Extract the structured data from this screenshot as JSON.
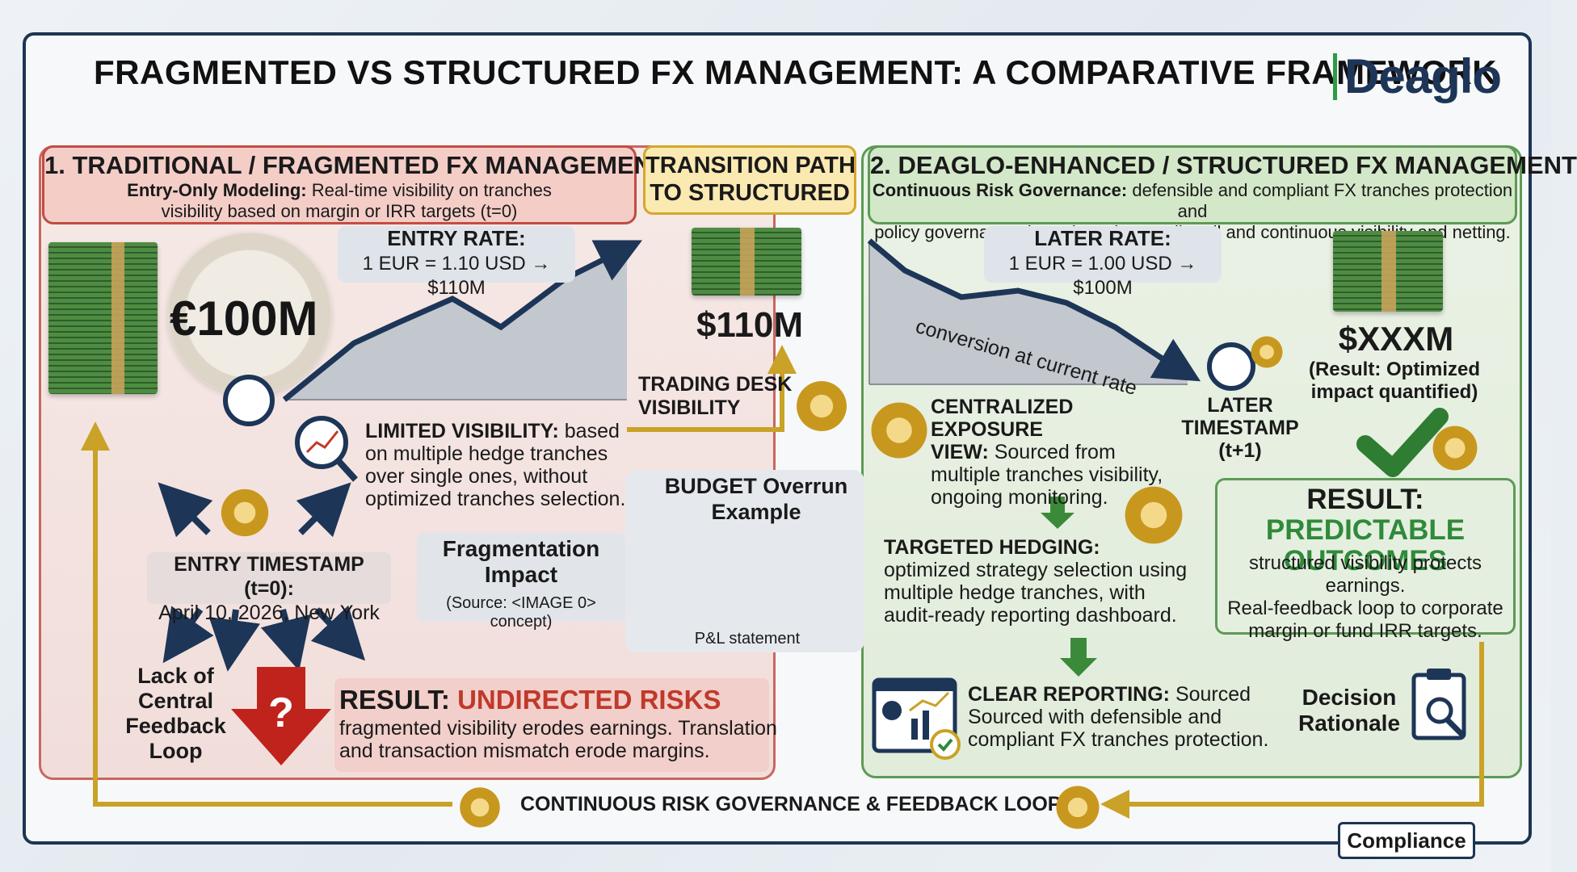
{
  "title": "FRAGMENTED VS STRUCTURED FX MANAGEMENT: A COMPARATIVE FRAMEWORK",
  "logo": "Deaglo",
  "colors": {
    "navy": "#1d3557",
    "red_accent": "#c0392b",
    "green_accent": "#2f8a3a",
    "gold_arrow": "#c9a227"
  },
  "left": {
    "heading": "1. TRADITIONAL / FRAGMENTED FX MANAGEMENT",
    "sub_bold": "Entry-Only Modeling:",
    "sub_line1": " Real-time visibility on tranches",
    "sub_line2": "visibility based on margin or IRR targets (t=0)",
    "amount": "€100M",
    "rate_title": "ENTRY RATE:",
    "rate_value": "1 EUR = 1.10 USD → $110M",
    "limited_bold": "LIMITED VISIBILITY:",
    "limited_l1": " based",
    "limited_l2": "on multiple hedge tranches",
    "limited_l3": "over single ones, without",
    "limited_l4": "optimized tranches selection.",
    "ts_title": "ENTRY TIMESTAMP (t=0):",
    "ts_value": "April 10, 2026, New York",
    "lack_l1": "Lack of",
    "lack_l2": "Central",
    "lack_l3": "Feedback",
    "lack_l4": "Loop",
    "result_label": "RESULT: ",
    "result_value": "UNDIRECTED RISKS",
    "result_l1": "fragmented visibility erodes earnings. Translation",
    "result_l2": "and transaction mismatch erode margins."
  },
  "middle": {
    "heading_l1": "TRANSITION PATH",
    "heading_l2": "TO STRUCTURED",
    "amount": "$110M",
    "desk_l1": "TRADING DESK",
    "desk_l2": "VISIBILITY",
    "budget_l1": "BUDGET  Overrun",
    "budget_l2": "Example",
    "frag_l1": "Fragmentation",
    "frag_l2": "Impact",
    "frag_source": "(Source: <IMAGE 0> concept)",
    "pl_label": "P&L statement"
  },
  "right": {
    "heading": "2. DEAGLO-ENHANCED / STRUCTURED FX MANAGEMENT",
    "sub_bold": "Continuous Risk Governance:",
    "sub_line1": " defensible and compliant FX tranches protection and",
    "sub_line2": "policy governance, based on clear audit trail and continuous visibility and netting.",
    "rate_title": "LATER RATE:",
    "rate_value": "1 EUR = 1.00 USD → $100M",
    "conversion": "conversion at current rate",
    "ts_l1": "LATER",
    "ts_l2": "TIMESTAMP",
    "ts_l3": "(t+1)",
    "amount": "$XXXM",
    "amount_note_l1": "(Result: Optimized",
    "amount_note_l2": "impact quantified)",
    "central_bold_l1": "CENTRALIZED EXPOSURE",
    "central_bold_l2": "VIEW:",
    "central_l2": " Sourced from",
    "central_l3": "multiple tranches visibility,",
    "central_l4": "ongoing monitoring.",
    "targeted_bold": "TARGETED HEDGING:",
    "targeted_l1": "optimized strategy selection using",
    "targeted_l2": "multiple hedge tranches, with",
    "targeted_l3": "audit-ready reporting dashboard.",
    "clear_bold": "CLEAR REPORTING:",
    "clear_l1": " Sourced",
    "clear_l2": "Sourced with defensible and",
    "clear_l3": "compliant FX tranches protection.",
    "result_label": "RESULT: ",
    "result_value_l1": "PREDICTABLE",
    "result_value_l2": "OUTCOMES",
    "result_l1": "structured visibility protects earnings.",
    "result_l2": "Real-feedback loop to corporate",
    "result_l3": "margin or fund IRR targets.",
    "decision_l1": "Decision",
    "decision_l2": "Rationale"
  },
  "footer": {
    "loop": "CONTINUOUS RISK GOVERNANCE & FEEDBACK LOOP",
    "compliance": "Compliance"
  }
}
